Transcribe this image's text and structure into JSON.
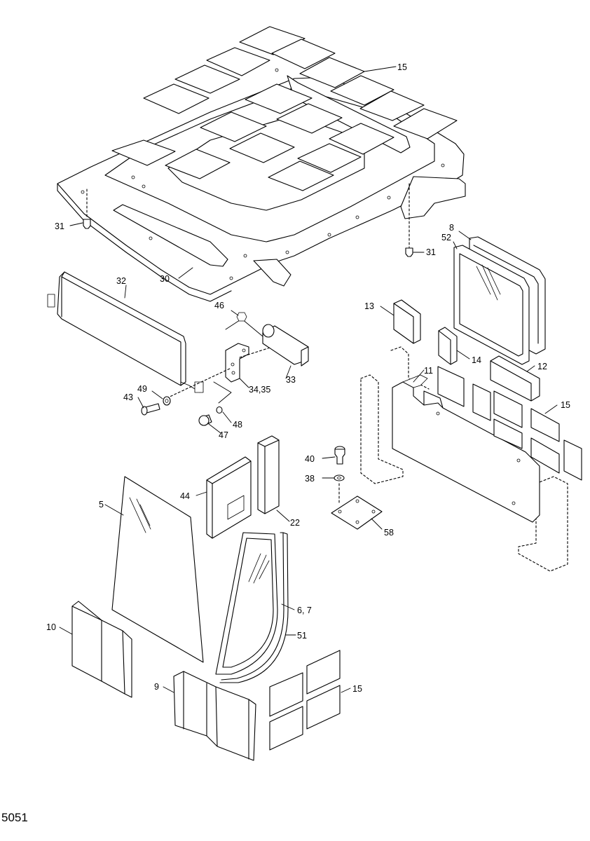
{
  "drawing_code": "5051",
  "callouts": {
    "c15a": "15",
    "c31a": "31",
    "c30": "30",
    "c31b": "31",
    "c8": "8",
    "c52": "52",
    "c32": "32",
    "c46": "46",
    "c13": "13",
    "c14": "14",
    "c12": "12",
    "c11": "11",
    "c15b": "15",
    "c33": "33",
    "c3435": "34,35",
    "c49": "49",
    "c43": "43",
    "c48": "48",
    "c47": "47",
    "c40": "40",
    "c38": "38",
    "c58": "58",
    "c44": "44",
    "c5": "5",
    "c22": "22",
    "c67": "6, 7",
    "c51": "51",
    "c10": "10",
    "c9": "9",
    "c15c": "15"
  }
}
